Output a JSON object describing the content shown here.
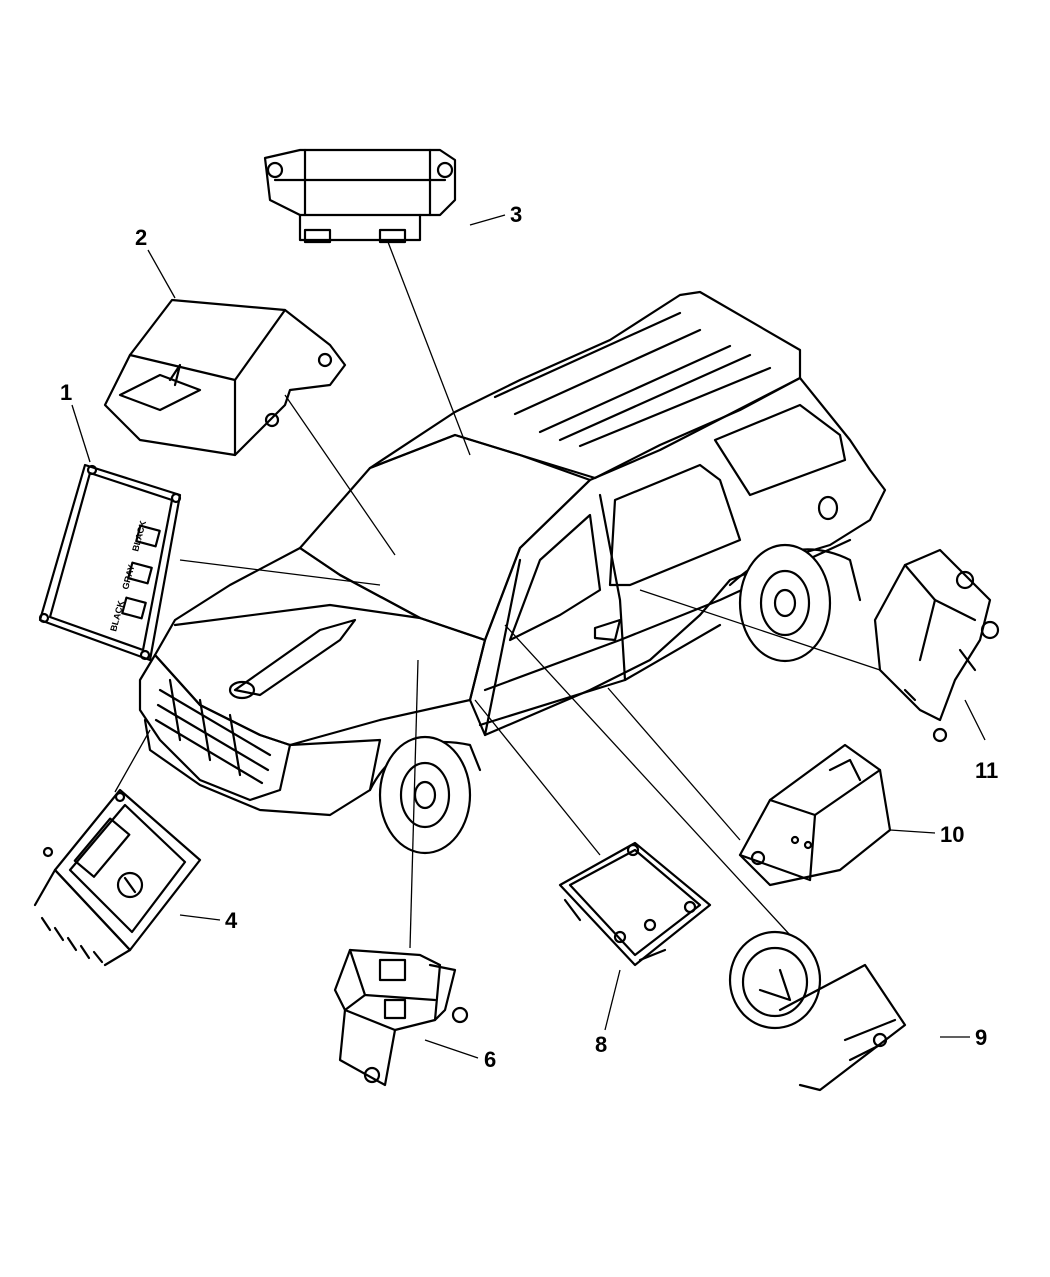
{
  "diagram": {
    "title": "Modules - Body & Chassis (exploded view)",
    "callouts": [
      {
        "id": "1",
        "label": "1"
      },
      {
        "id": "2",
        "label": "2"
      },
      {
        "id": "3",
        "label": "3"
      },
      {
        "id": "4",
        "label": "4"
      },
      {
        "id": "6",
        "label": "6"
      },
      {
        "id": "8",
        "label": "8"
      },
      {
        "id": "9",
        "label": "9"
      },
      {
        "id": "10",
        "label": "10"
      },
      {
        "id": "11",
        "label": "11"
      }
    ],
    "connector_labels": {
      "black_top": "BLACK",
      "gray": "GRAY",
      "black_bottom": "BLACK"
    }
  }
}
